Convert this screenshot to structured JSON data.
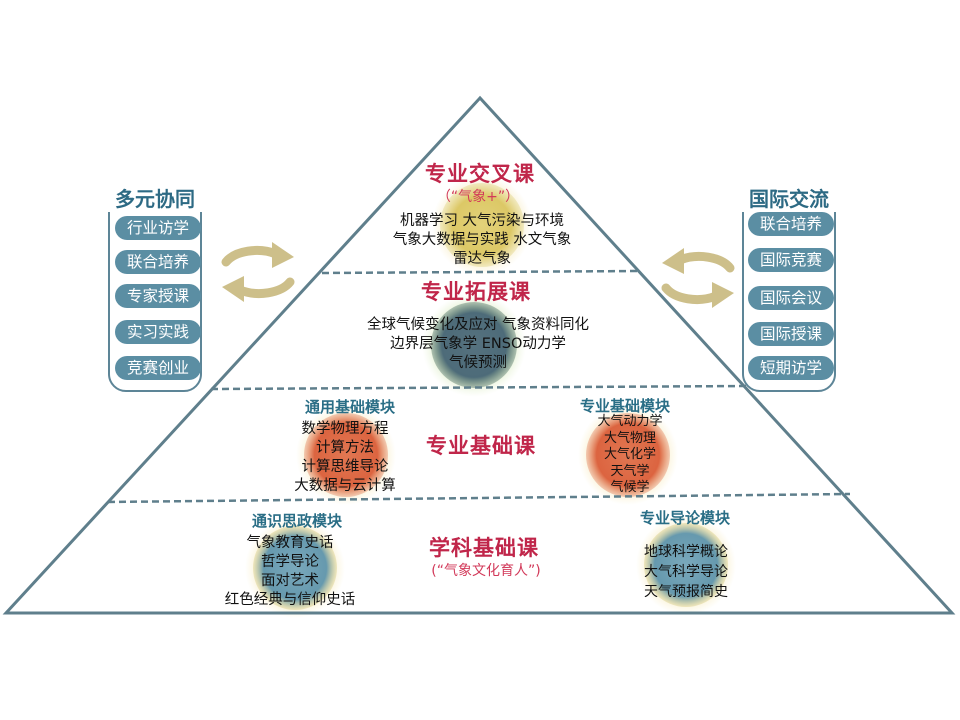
{
  "tiers": {
    "cross": {
      "title": "专业交叉课",
      "subtitle": "（“气象+”）",
      "courses": [
        "机器学习 大气污染与环境",
        "气象大数据与实践 水文气象",
        "雷达气象"
      ]
    },
    "extension": {
      "title": "专业拓展课",
      "courses": [
        "全球气候变化及应对 气象资料同化",
        "边界层气象学 ENSO动力学",
        "气候预测"
      ]
    },
    "foundation": {
      "title": "专业基础课",
      "general_module": {
        "title": "通用基础模块",
        "courses": [
          "数学物理方程",
          "计算方法",
          "计算思维导论",
          "大数据与云计算"
        ]
      },
      "major_module": {
        "title": "专业基础模块",
        "courses": [
          "大气动力学",
          "大气物理",
          "大气化学",
          "天气学",
          "气候学"
        ]
      }
    },
    "discipline": {
      "title": "学科基础课",
      "subtitle": "(“气象文化育人”)",
      "general_module": {
        "title": "通识思政模块",
        "courses": [
          "气象教育史话",
          "哲学导论",
          "面对艺术",
          "红色经典与信仰史话"
        ]
      },
      "intro_module": {
        "title": "专业导论模块",
        "courses": [
          "地球科学概论",
          "大气科学导论",
          "天气预报简史"
        ]
      }
    }
  },
  "left_panel": {
    "title": "多元协同",
    "items": [
      "行业访学",
      "联合培养",
      "专家授课",
      "实习实践",
      "竞赛创业"
    ]
  },
  "right_panel": {
    "title": "国际交流",
    "items": [
      "联合培养",
      "国际竞赛",
      "国际会议",
      "国际授课",
      "短期访学"
    ]
  },
  "colors": {
    "outline": "#5f7f8c",
    "title_red": "#c0264a",
    "module_blue": "#2a6e86",
    "circle_gold": "#dbc86a",
    "circle_slate": "#4f6e7c",
    "circle_orange": "#de6a45",
    "circle_teal": "#6e9fb3",
    "arrow_gold": "#cdbf8a",
    "pill_fill": "#5b8ea3"
  }
}
